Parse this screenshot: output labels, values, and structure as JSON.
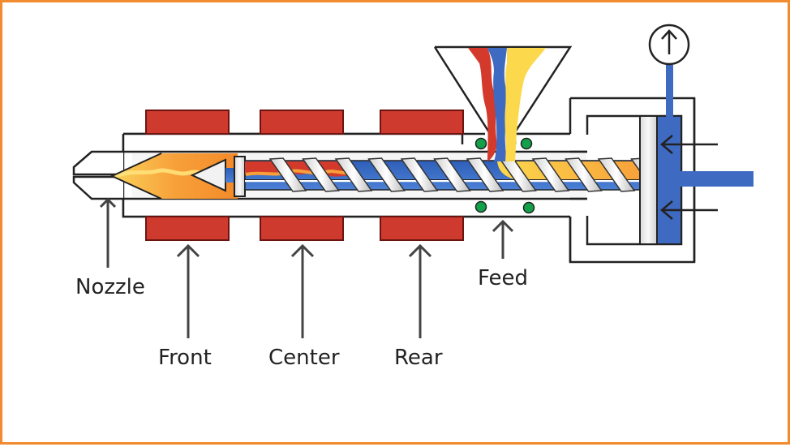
{
  "title": "Injection molding machine barrel cross-section",
  "colors": {
    "border": "#f28a2e",
    "heater": "#cf3a2e",
    "heater_edge": "#6b1410",
    "material_blue": "#3e6ac2",
    "material_red": "#d33a2c",
    "material_yellow": "#fcd94c",
    "melt_orange": "#f7a03a",
    "cooling_green": "#12a04a",
    "outline": "#222222",
    "label": "#222222",
    "pointer": "#444444"
  },
  "labels": {
    "nozzle": "Nozzle",
    "front": "Front",
    "center": "Center",
    "rear": "Rear",
    "feed": "Feed"
  },
  "components": {
    "heater_zones": [
      "Front",
      "Center",
      "Rear"
    ],
    "hopper_colorants": [
      "red",
      "blue",
      "yellow"
    ],
    "gauge_icon": "up-arrow-gauge",
    "hydraulic_arrows": 2,
    "screw_flights": 12
  }
}
